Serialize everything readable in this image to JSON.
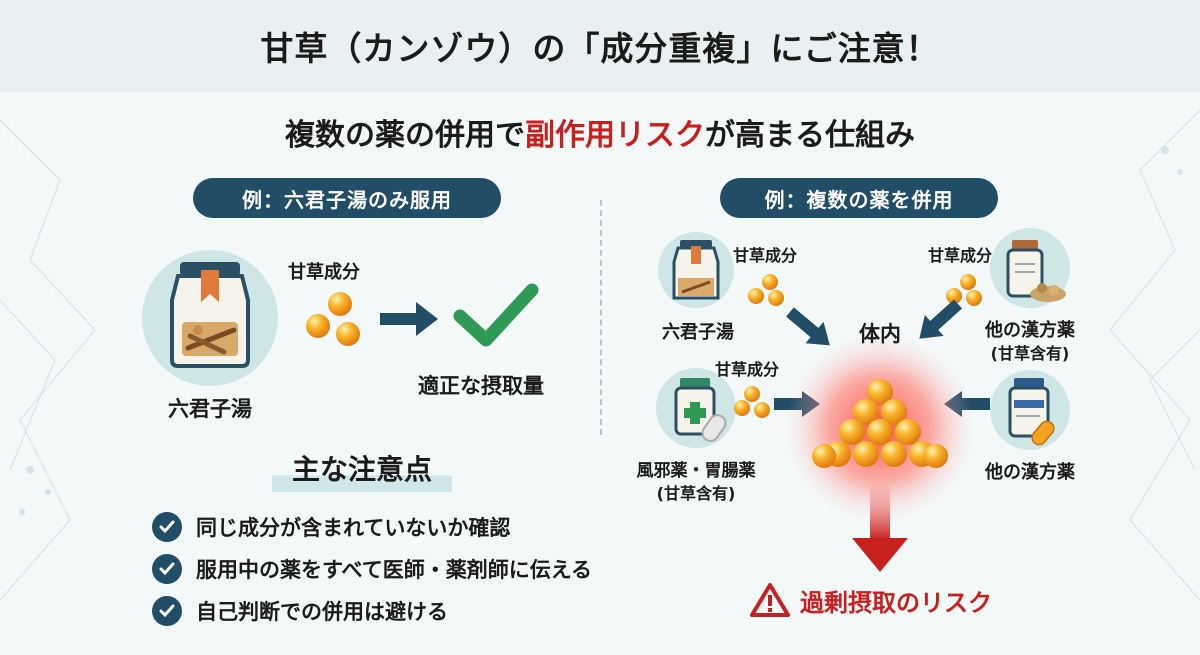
{
  "header": {
    "title": "甘草（カンゾウ）の「成分重複」にご注意！"
  },
  "subtitle": {
    "prefix": "複数の薬の併用で",
    "highlight": "副作用リスク",
    "suffix": "が高まる仕組み"
  },
  "left_panel": {
    "pill": "例：六君子湯のみ服用",
    "medicine_label": "六君子湯",
    "ingredient_label": "甘草成分",
    "result_label": "適正な摂取量"
  },
  "right_panel": {
    "pill": "例：複数の薬を併用",
    "center_label": "体内",
    "sources": [
      {
        "name": "六君子湯",
        "ingredient": "甘草成分"
      },
      {
        "name": "他の漢方薬",
        "note": "(甘草含有)",
        "ingredient": "甘草成分"
      },
      {
        "name": "風邪薬・胃腸薬",
        "note": "(甘草含有)",
        "ingredient": "甘草成分"
      },
      {
        "name": "他の漢方薬"
      }
    ],
    "risk_label": "過剰摂取のリスク"
  },
  "precautions": {
    "title": "主な注意点",
    "items": [
      "同じ成分が含まれていないか確認",
      "服用中の薬をすべて医師・薬剤師に伝える",
      "自己判断での併用は避ける"
    ]
  },
  "colors": {
    "accent": "#214d66",
    "danger": "#c8201f",
    "check": "#2e9a55",
    "ball": "#f4a020",
    "icon_bg": "#cfe6e6"
  }
}
